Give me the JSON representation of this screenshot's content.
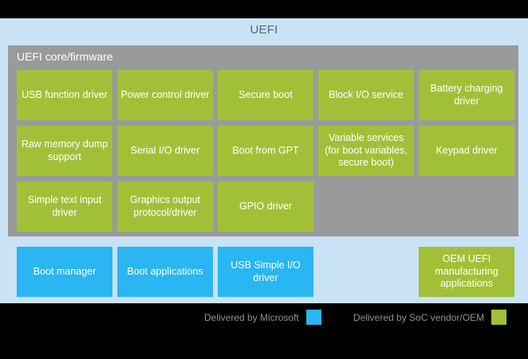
{
  "diagram": {
    "title": "UEFI",
    "core_panel_label": "UEFI core/firmware",
    "colors": {
      "background": "#c9e2f5",
      "core_panel": "#999b9b",
      "green": "#a2c037",
      "blue": "#29b6f2",
      "title_text": "#5a6570",
      "legend_background": "#000000",
      "legend_text": "#8c9299",
      "outer_background": "#000000"
    }
  },
  "core_boxes": [
    {
      "label": "USB function driver",
      "color": "green",
      "row": 0,
      "col": 0
    },
    {
      "label": "Power control driver",
      "color": "green",
      "row": 0,
      "col": 1
    },
    {
      "label": "Secure boot",
      "color": "green",
      "row": 0,
      "col": 2
    },
    {
      "label": "Block I/O service",
      "color": "green",
      "row": 0,
      "col": 3
    },
    {
      "label": "Battery charging driver",
      "color": "green",
      "row": 0,
      "col": 4
    },
    {
      "label": "Raw memory dump support",
      "color": "green",
      "row": 1,
      "col": 0
    },
    {
      "label": "Serial I/O driver",
      "color": "green",
      "row": 1,
      "col": 1
    },
    {
      "label": "Boot from GPT",
      "color": "green",
      "row": 1,
      "col": 2
    },
    {
      "label": "Variable services (for boot variables, secure boot)",
      "color": "green",
      "row": 1,
      "col": 3
    },
    {
      "label": "Keypad driver",
      "color": "green",
      "row": 1,
      "col": 4
    },
    {
      "label": "Simple text input driver",
      "color": "green",
      "row": 2,
      "col": 0
    },
    {
      "label": "Graphics output protocol/driver",
      "color": "green",
      "row": 2,
      "col": 1
    },
    {
      "label": "GPIO driver",
      "color": "green",
      "row": 2,
      "col": 2
    }
  ],
  "bottom_boxes": [
    {
      "label": "Boot manager",
      "color": "blue",
      "col": 0
    },
    {
      "label": "Boot applications",
      "color": "blue",
      "col": 1
    },
    {
      "label": "USB Simple I/O driver",
      "color": "blue",
      "col": 2
    },
    {
      "label": "OEM UEFI manufacturing applications",
      "color": "green",
      "col": 4
    }
  ],
  "legend": [
    {
      "label": "Delivered by Microsoft",
      "color": "blue"
    },
    {
      "label": "Delivered by SoC vendor/OEM",
      "color": "green"
    }
  ]
}
